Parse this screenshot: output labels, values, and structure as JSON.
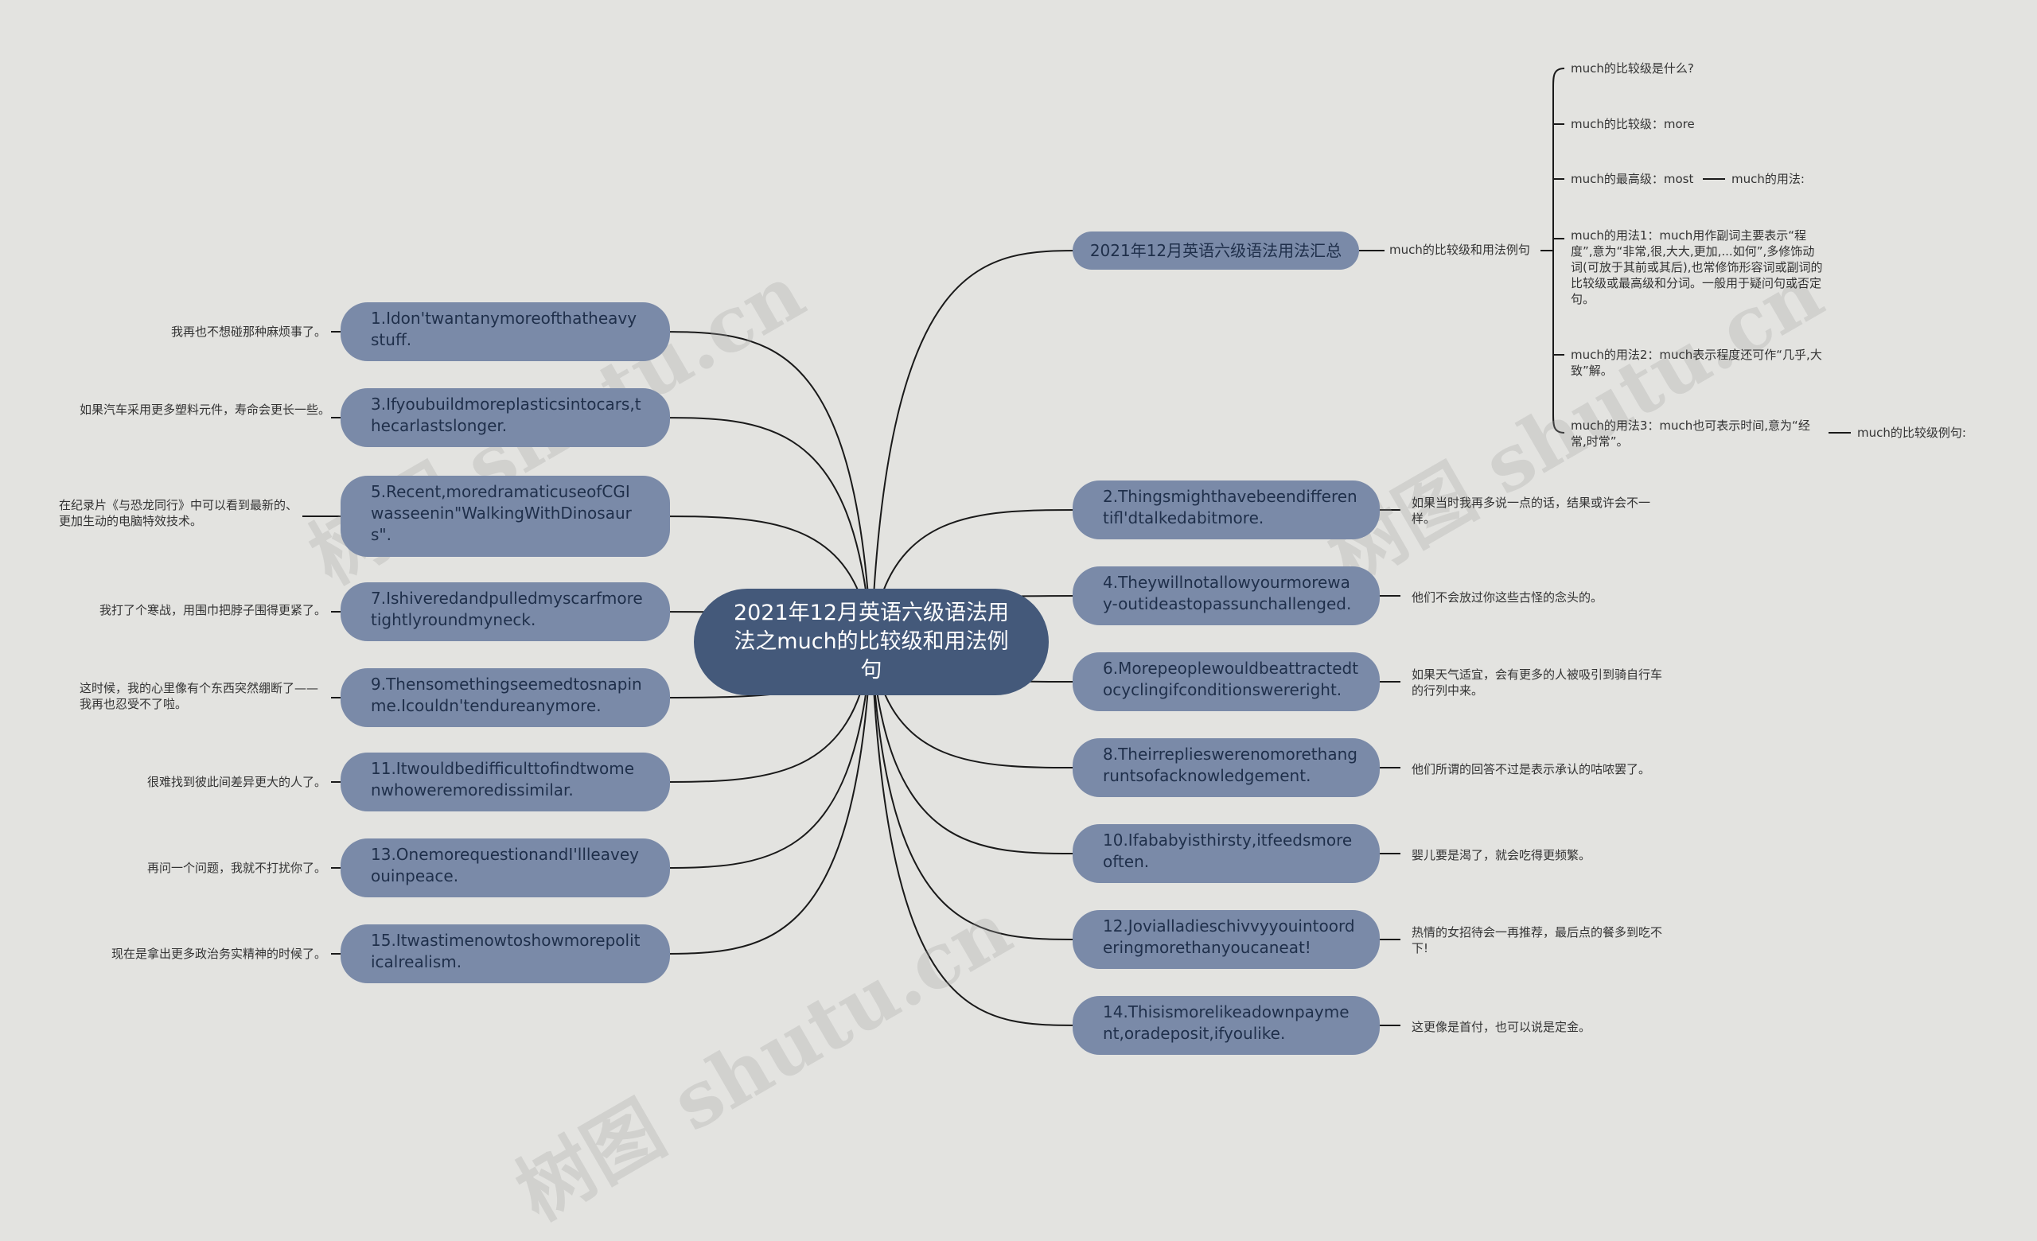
{
  "root": {
    "label": "2021年12月英语六级语法用法之much的比较级和用法例句"
  },
  "branch": {
    "label": "2021年12月英语六级语法用法汇总",
    "child": "much的比较级和用法例句",
    "items": [
      "much的比较级是什么?",
      "much的比较级：more",
      "much的最高级：most",
      "much的用法1：much用作副词主要表示“程度”,意为“非常,很,大大,更加,...如何”,多修饰动词(可放于其前或其后),也常修饰形容词或副词的比较级或最高级和分词。一般用于疑问句或否定句。",
      "much的用法2：much表示程度还可作“几乎,大致”解。",
      "much的用法3：much也可表示时间,意为“经常,时常”。"
    ],
    "most_child": "much的用法:",
    "usage3_child": "much的比较级例句:"
  },
  "left_nodes": [
    {
      "en": "1.Idon'twantanymoreofthatheavystuff.",
      "zh": "我再也不想碰那种麻烦事了。"
    },
    {
      "en": "3.Ifyoubuildmoreplasticsintocars,thecarlastslonger.",
      "zh": "如果汽车采用更多塑料元件，寿命会更长一些。"
    },
    {
      "en": "5.Recent,moredramaticuseofCGIwasseenin\"WalkingWithDinosaurs\".",
      "zh": "在纪录片《与恐龙同行》中可以看到最新的、更加生动的电脑特效技术。"
    },
    {
      "en": "7.Ishiveredandpulledmyscarfmoretightlyroundmyneck.",
      "zh": "我打了个寒战，用围巾把脖子围得更紧了。"
    },
    {
      "en": "9.Thensomethingseemedtosnapinme.Icouldn'tendureanymore.",
      "zh": "这时候，我的心里像有个东西突然绷断了——我再也忍受不了啦。"
    },
    {
      "en": "11.Itwouldbedifficulttofindtwomenwhoweremoredissimilar.",
      "zh": "很难找到彼此间差异更大的人了。"
    },
    {
      "en": "13.OnemorequestionandI'llleaveyouinpeace.",
      "zh": "再问一个问题，我就不打扰你了。"
    },
    {
      "en": "15.Itwastimenowtoshowmorepoliticalrealism.",
      "zh": "现在是拿出更多政治务实精神的时候了。"
    }
  ],
  "right_nodes": [
    {
      "en": "2.Thingsmighthavebeendifferentifl'dtalkedabitmore.",
      "zh": "如果当时我再多说一点的话，结果或许会不一样。"
    },
    {
      "en": "4.Theywillnotallowyourmoreway-outideastopassunchallenged.",
      "zh": "他们不会放过你这些古怪的念头的。"
    },
    {
      "en": "6.Morepeoplewouldbeattractedtocyclingifconditionswereright.",
      "zh": "如果天气适宜，会有更多的人被吸引到骑自行车的行列中来。"
    },
    {
      "en": "8.Theirreplieswerenomorethangruntsofacknowledgement.",
      "zh": "他们所谓的回答不过是表示承认的咕哝罢了。"
    },
    {
      "en": "10.Ifababyisthirsty,itfeedsmoreoften.",
      "zh": "婴儿要是渴了，就会吃得更频繁。"
    },
    {
      "en": "12.Jovialladieschivvyyouintoorderingmorethanyoucaneat!",
      "zh": "热情的女招待会一再推荐，最后点的餐多到吃不下!"
    },
    {
      "en": "14.Thisismorelikeadownpayment,oradeposit,ifyoulike.",
      "zh": "这更像是首付，也可以说是定金。"
    }
  ],
  "watermark": "树图 shutu.cn",
  "colors": {
    "background": "#e3e3e0",
    "root": "#44597a",
    "node": "#7a8aa8",
    "line": "#1a1a1a"
  }
}
